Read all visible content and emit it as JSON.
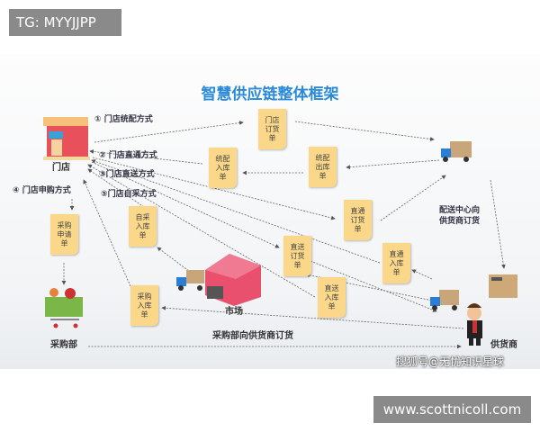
{
  "top_label": "TG: MYYJJPP",
  "bottom_label": "www.scottnicoll.com",
  "title": "智慧供应链整体框架",
  "watermark": "搜狐号@无忧知识星球",
  "nodes": {
    "store": "门店",
    "purchasing": "采购部",
    "market": "市场",
    "supplier": "供货商"
  },
  "methods": [
    "① 门店统配方式",
    "② 门店直通方式",
    "③门店直送方式",
    "④ 门店申购方式",
    "⑤门店自采方式"
  ],
  "notes": {
    "store_order": "门店\n订货\n单",
    "dist_in": "统配\n入库\n单",
    "dist_out": "统配\n出库\n单",
    "cross_order": "直通\n订货\n单",
    "self_in": "自采\n入库\n单",
    "direct_order": "直送\n订货\n单",
    "cross_in": "直通\n入库\n单",
    "purchase_req": "采购\n申请\n单",
    "purchase_in": "采购\n入库\n单",
    "direct_in": "直送\n入库\n单"
  },
  "annotations": {
    "dc_order": "配送中心向\n供货商订货",
    "purchase_order": "采购部向供货商订货"
  },
  "colors": {
    "note": "#fbd889",
    "title": "#2a8ad8",
    "store_red": "#e8505b",
    "truck_blue": "#2a7fd4"
  }
}
